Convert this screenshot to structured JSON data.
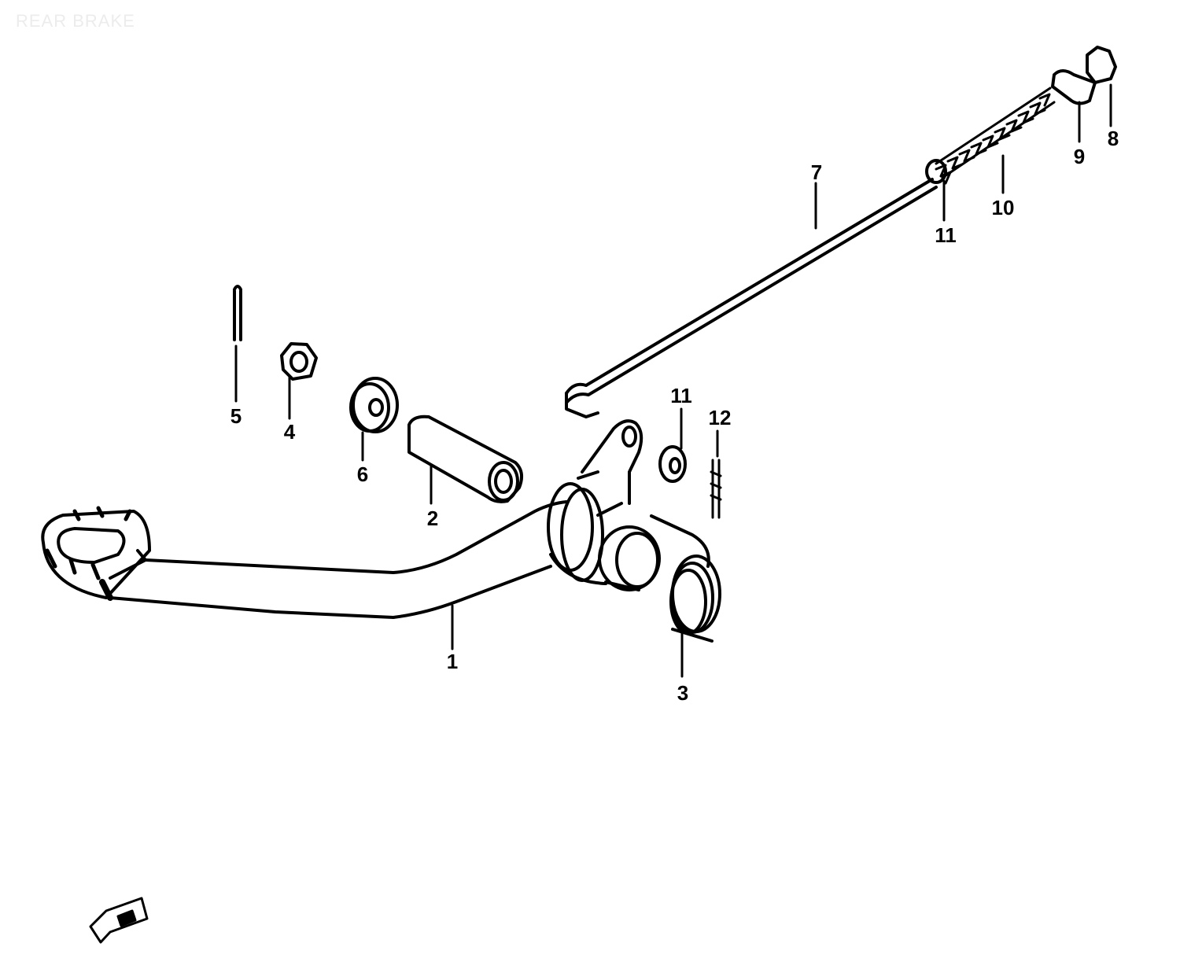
{
  "diagram": {
    "title": "REAR BRAKE",
    "line_color": "#000000",
    "background": "#ffffff",
    "callouts": [
      {
        "id": "1",
        "label": "1"
      },
      {
        "id": "2",
        "label": "2"
      },
      {
        "id": "3",
        "label": "3"
      },
      {
        "id": "4",
        "label": "4"
      },
      {
        "id": "5",
        "label": "5"
      },
      {
        "id": "6",
        "label": "6"
      },
      {
        "id": "7",
        "label": "7"
      },
      {
        "id": "8",
        "label": "8"
      },
      {
        "id": "9",
        "label": "9"
      },
      {
        "id": "10",
        "label": "10"
      },
      {
        "id": "11a",
        "label": "11"
      },
      {
        "id": "11b",
        "label": "11"
      },
      {
        "id": "12",
        "label": "12"
      }
    ],
    "icons": [
      "front-direction-arrow-icon"
    ]
  }
}
